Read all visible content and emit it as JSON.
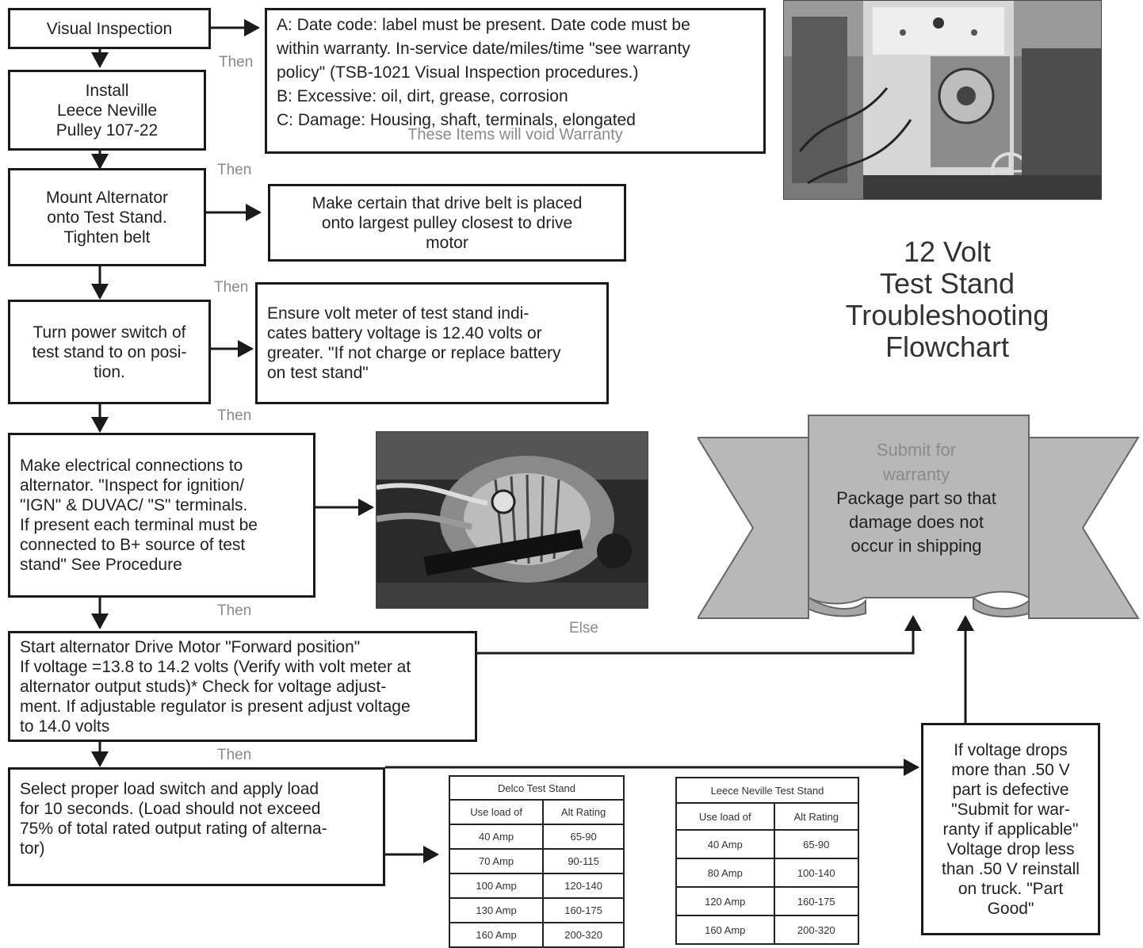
{
  "steps": {
    "visual_inspection": "Visual Inspection",
    "install_pulley": "Install\nLeece Neville\nPulley 107-22",
    "mount_alternator": "Mount Alternator\nonto Test Stand.\nTighten belt",
    "power_switch": "Turn power switch of\ntest stand to on posi-\ntion.",
    "electrical_connections": "Make electrical connections to\nalternator. \"Inspect for ignition/\n\"IGN\" & DUVAC/ \"S\" terminals.\nIf present each terminal must be\nconnected to B+ source of test\nstand\" See Procedure",
    "start_motor": "Start alternator Drive Motor \"Forward position\"\nIf voltage =13.8 to 14.2 volts (Verify with volt meter at\nalternator output studs)* Check for voltage adjust-\nment. If adjustable regulator is present adjust voltage\nto 14.0 volts",
    "select_load": "Select proper load switch and apply load\nfor 10 seconds. (Load should not exceed\n75% of total rated output rating of alterna-\ntor)"
  },
  "notes": {
    "inspection_criteria": "A: Date code: label must be present. Date code must be\nwithin warranty. In-service date/miles/time \"see warranty\npolicy\" (TSB-1021 Visual Inspection procedures.)\nB: Excessive: oil, dirt, grease, corrosion\nC: Damage: Housing, shaft, terminals, elongated",
    "void_warning": "These Items will void  Warranty",
    "drive_belt": "Make certain that drive belt is placed\nonto largest pulley closest to drive\nmotor",
    "volt_meter": "Ensure volt meter of test stand indi-\ncates battery voltage is 12.40 volts or\ngreater. \"If not charge or replace battery\non test stand\"",
    "voltage_drop": "If voltage drops\nmore than .50 V\npart is defective\n\"Submit for war-\nranty if applicable\"\nVoltage drop less\nthan .50 V reinstall\non truck. \"Part\nGood\""
  },
  "labels": {
    "then": "Then",
    "else": "Else"
  },
  "title": "12 Volt\nTest Stand\nTroubleshooting\nFlowchart",
  "banner": {
    "heading": "Submit for\nwarranty",
    "body": "Package part so that\ndamage does not\noccur in shipping"
  },
  "delco_table": {
    "title": "Delco Test Stand",
    "headers": [
      "Use load of",
      "Alt Rating"
    ],
    "rows": [
      [
        "40 Amp",
        "65-90"
      ],
      [
        "70 Amp",
        "90-115"
      ],
      [
        "100 Amp",
        "120-140"
      ],
      [
        "130 Amp",
        "160-175"
      ],
      [
        "160 Amp",
        "200-320"
      ]
    ]
  },
  "leece_table": {
    "title": "Leece Neville Test Stand",
    "headers": [
      "Use load of",
      "Alt Rating"
    ],
    "rows": [
      [
        "40 Amp",
        "65-90"
      ],
      [
        "80 Amp",
        "100-140"
      ],
      [
        "120 Amp",
        "160-175"
      ],
      [
        "160 Amp",
        "200-320"
      ]
    ]
  },
  "colors": {
    "banner_fill": "#b8b8b8",
    "banner_stroke": "#666666",
    "line": "#1a1a1a",
    "muted_text": "#8a8a8a"
  }
}
